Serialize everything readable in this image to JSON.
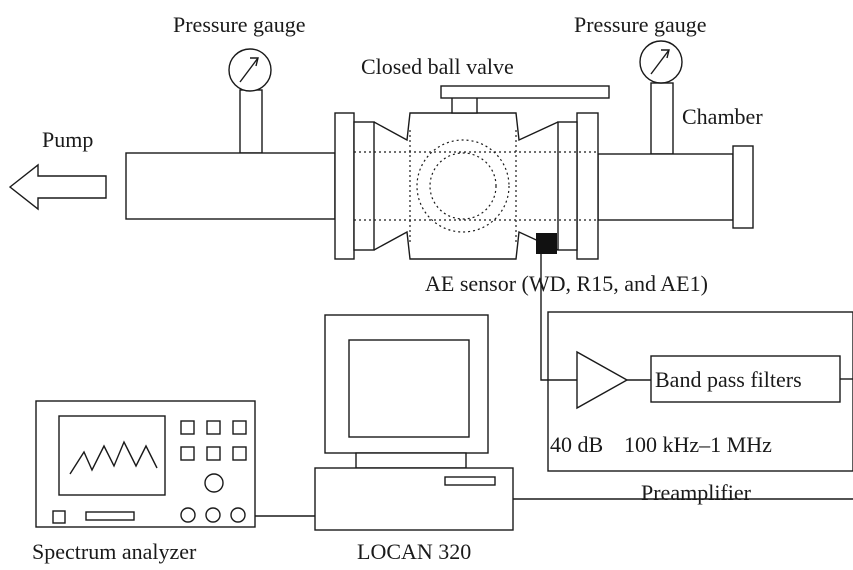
{
  "labels": {
    "pressure_gauge_left": "Pressure gauge",
    "pressure_gauge_right": "Pressure gauge",
    "closed_ball_valve": "Closed ball valve",
    "chamber": "Chamber",
    "pump": "Pump",
    "ae_sensor": "AE sensor (WD, R15, and AE1)",
    "band_pass_filters": "Band pass filters",
    "gain": "40 dB",
    "frequency_range": "100 kHz–1 MHz",
    "preamplifier": "Preamplifier",
    "spectrum_analyzer": "Spectrum analyzer",
    "locan": "LOCAN 320"
  }
}
